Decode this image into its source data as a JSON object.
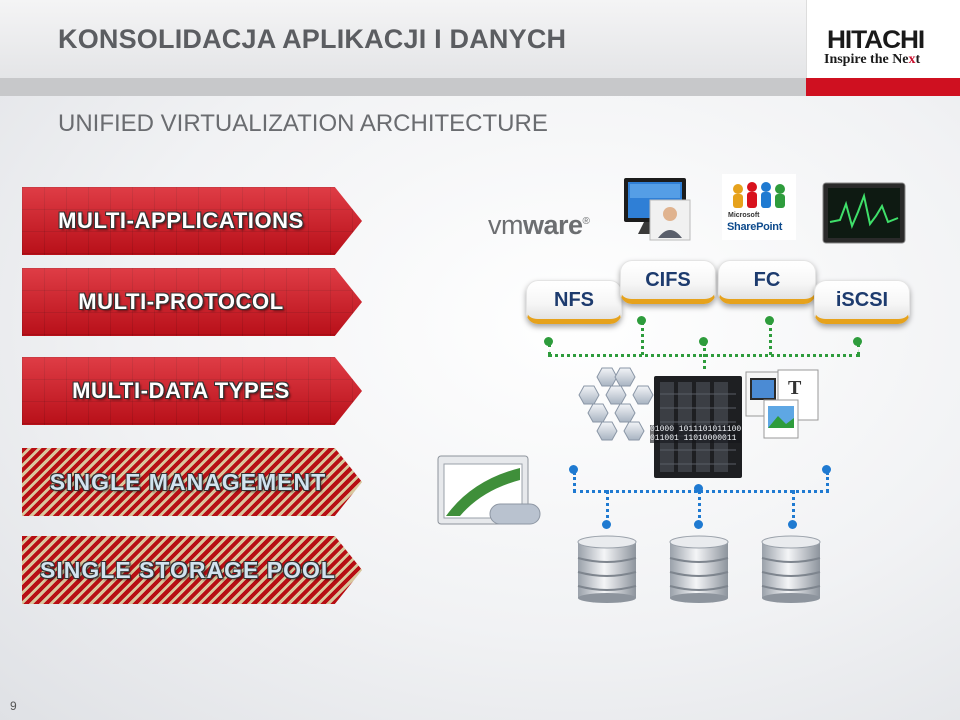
{
  "title": "KONSOLIDACJA APLIKACJI I DANYCH",
  "subtitle": "UNIFIED VIRTUALIZATION ARCHITECTURE",
  "logo": {
    "brand": "HITACHI",
    "tagline_start": "Inspire the Ne",
    "tagline_accent": "x",
    "tagline_end": "t"
  },
  "layers": [
    {
      "label": "MULTI-APPLICATIONS"
    },
    {
      "label": "MULTI-PROTOCOL"
    },
    {
      "label": "MULTI-DATA TYPES"
    },
    {
      "label": "SINGLE MANAGEMENT"
    },
    {
      "label": "SINGLE STORAGE POOL"
    }
  ],
  "applications": {
    "vmware_light": "vm",
    "vmware_bold": "ware",
    "vmware_mark": "®",
    "sharepoint_top": "Microsoft",
    "sharepoint_bottom": "SharePoint"
  },
  "protocols": [
    {
      "label": "NFS"
    },
    {
      "label": "CIFS"
    },
    {
      "label": "FC"
    },
    {
      "label": "iSCSI"
    }
  ],
  "binary_text": {
    "line1": "01000 1011101011100",
    "line2": "011001 11010000011"
  },
  "document_glyph": "T",
  "page_number": "9",
  "colors": {
    "arrow_red": "#d8121d",
    "pill_border": "#e6a21c",
    "pill_text": "#1d3b6e",
    "connector_green": "#2e9c3c",
    "connector_blue": "#1f7ad1",
    "brand_red": "#cf1020"
  }
}
